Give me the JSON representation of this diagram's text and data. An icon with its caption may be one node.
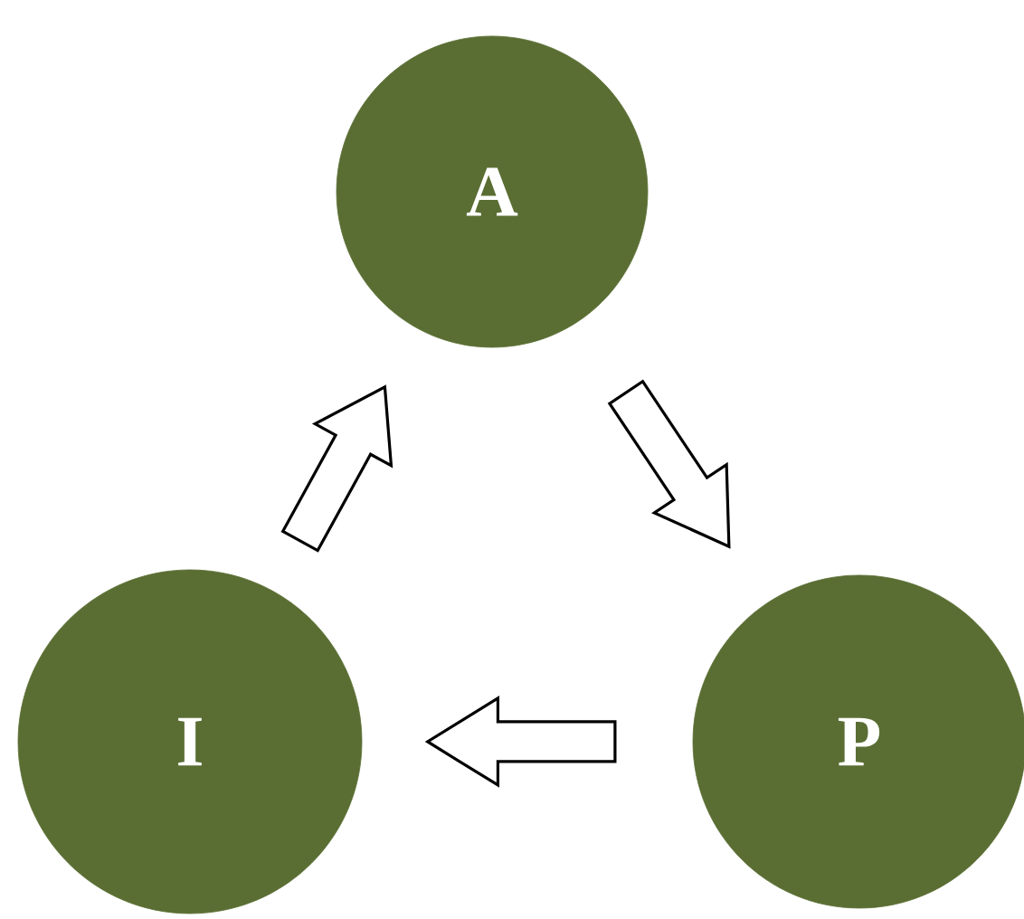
{
  "diagram": {
    "nodes": [
      {
        "text": [
          "A"
        ]
      },
      {
        "text": [
          "I"
        ]
      },
      {
        "text": [
          "P"
        ]
      }
    ],
    "edges": [
      {
        "from": 1,
        "to": 0,
        "arrow": "to"
      },
      {
        "from": 0,
        "to": 2,
        "arrow": "to"
      },
      {
        "from": 2,
        "to": 1,
        "arrow": "to"
      }
    ]
  }
}
